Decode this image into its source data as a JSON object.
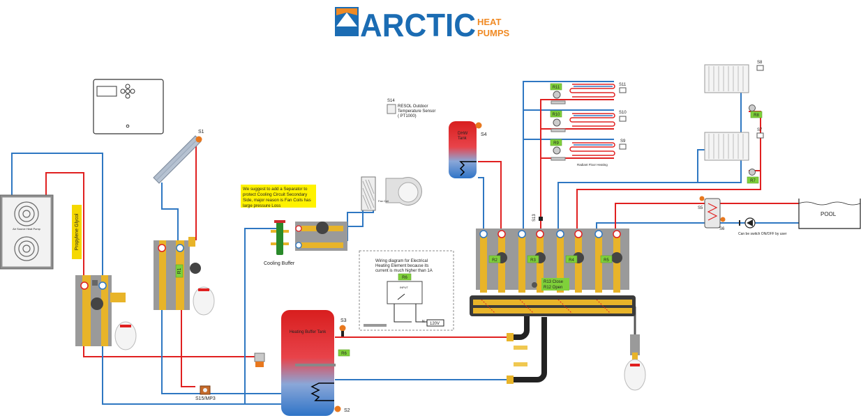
{
  "logo": {
    "main": "ARCTIC",
    "sub_top": "HEAT",
    "sub_bottom": "PUMPS"
  },
  "labels": {
    "air_source_heat_pump": "Air Source Heat Pump",
    "propylene_glycol": "Propylene Glycol",
    "cooling_buffer": "Cooling Buffer",
    "separator_note": [
      "We suggest to add a Separator to",
      "protect Cooling Circuit Secondary",
      "Side, major reason is Fan Coils has",
      "large pressure Loss"
    ],
    "fan_coil": "Fan Coil",
    "outdoor_sensor": [
      "RESOL Outdoor",
      "Temperature Sensor",
      "( PT1000)"
    ],
    "dhw_tank": [
      "DHW",
      "Tank"
    ],
    "heating_buffer_tank": "Heating Buffer Tank",
    "wiring_note": [
      "Wiring diagram for Electrical",
      "Heating Element because its",
      "current is much higher than 1A"
    ],
    "voltage": "120V",
    "input": "INPUT",
    "neutral": "N",
    "radiant_floor": "Radiant Floor Heating",
    "pool": "POOL",
    "pump_note": "Can be switch ON/OFF by user",
    "r13_close": "R13 Close",
    "r12_open": "R12 Open"
  },
  "sensors": {
    "s1": "S1",
    "s2": "S2",
    "s3": "S3",
    "s4": "S4",
    "s5": "S5",
    "s6": "S6",
    "s7": "S7",
    "s8": "S8",
    "s9": "S9",
    "s10": "S10",
    "s11": "S11",
    "s13": "S13",
    "s14": "S14",
    "s15": "S15/MP3"
  },
  "relays": {
    "r1": "R1",
    "r2": "R2",
    "r3": "R3",
    "r4": "R4",
    "r5": "R5",
    "r6": "R6",
    "r7": "R7",
    "r8": "R8",
    "r9": "R9",
    "r10": "R10",
    "r11": "R11"
  },
  "colors": {
    "hot": "#e02020",
    "cold": "#2e77c2",
    "brass": "#e8b429",
    "unit_gray": "#8c8c8c",
    "sensor": "#e8781e",
    "relay_tag": "#7fd03a"
  }
}
